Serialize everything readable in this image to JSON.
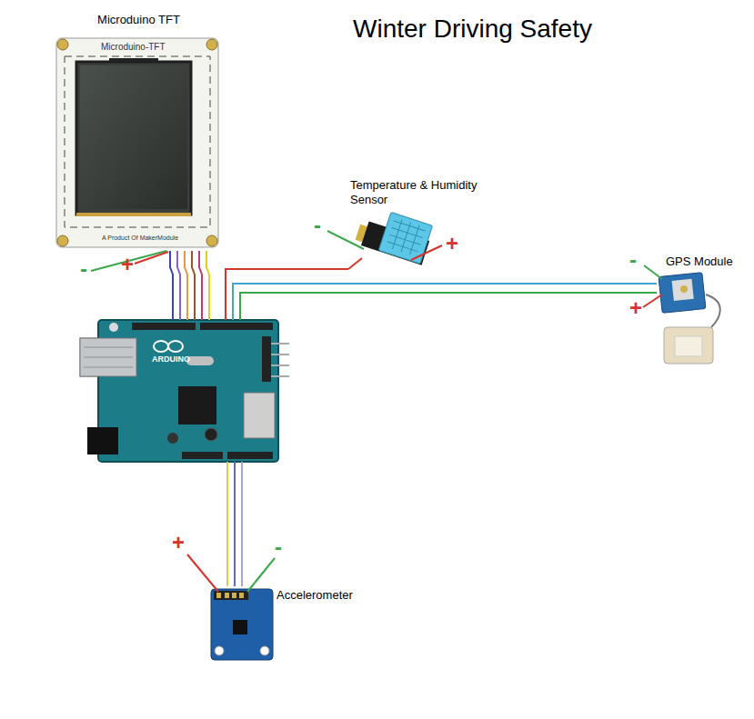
{
  "diagram": {
    "title": "Winter Driving Safety",
    "nodes": [
      {
        "text": [
          "Microduino TFT"
        ]
      },
      {
        "text": [
          "Temperature & Humidity Sensor"
        ]
      },
      {
        "text": [
          "GPS Module"
        ]
      },
      {
        "text": [
          "ARDUINO"
        ]
      },
      {
        "text": [
          "Accelerometer"
        ]
      }
    ],
    "edges": [
      {
        "from": 0,
        "to": 3,
        "arrow": "none"
      },
      {
        "from": 0,
        "to": 3,
        "arrow": "none"
      },
      {
        "from": 0,
        "to": 3,
        "arrow": "none"
      },
      {
        "from": 0,
        "to": 3,
        "arrow": "none"
      },
      {
        "from": 0,
        "to": 3,
        "arrow": "none"
      },
      {
        "from": 0,
        "to": 3,
        "arrow": "none"
      },
      {
        "from": 1,
        "to": 3,
        "arrow": "none"
      },
      {
        "from": 2,
        "to": 3,
        "arrow": "none"
      },
      {
        "from": 2,
        "to": 3,
        "arrow": "none"
      },
      {
        "from": 4,
        "to": 3,
        "arrow": "none"
      },
      {
        "from": 4,
        "to": 3,
        "arrow": "none"
      },
      {
        "from": 4,
        "to": 3,
        "arrow": "none"
      }
    ],
    "labels": [
      "Microduino-TFT",
      "A Product Of MakerModule",
      "-",
      "+",
      "-",
      "+",
      "-",
      "+",
      "+",
      "-"
    ]
  }
}
